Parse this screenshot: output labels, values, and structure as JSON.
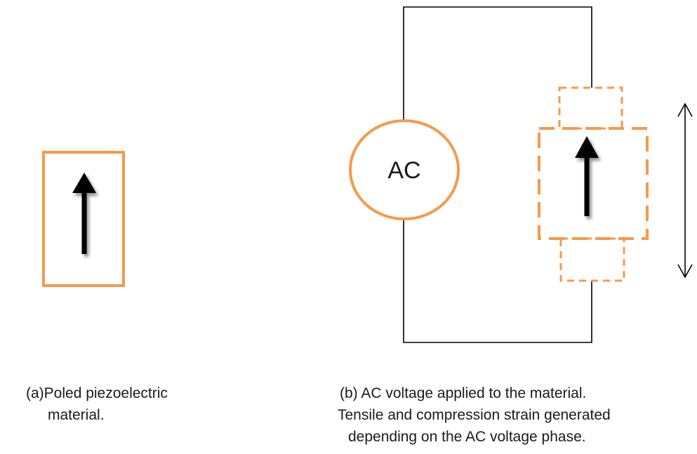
{
  "panel_b": {
    "source_label": "AC"
  },
  "captions": {
    "a": [
      "(a)Poled piezoelectric",
      "material."
    ],
    "b": [
      "(b) AC voltage applied to the material.",
      "Tensile and compression strain generated",
      "depending on the AC voltage phase."
    ]
  },
  "colors": {
    "material": "#f59a4b",
    "wire": "#000000",
    "text": "#1a1a1a"
  }
}
